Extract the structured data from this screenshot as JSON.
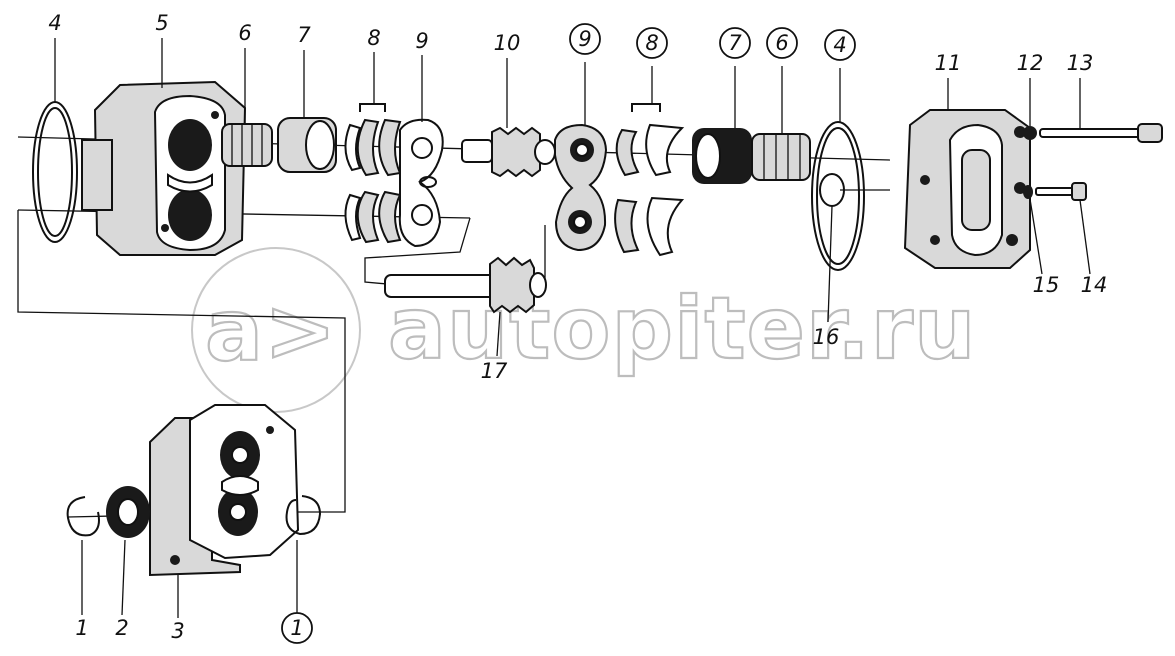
{
  "watermark": {
    "text": "autopiter.ru",
    "logo": "a>"
  },
  "labels": [
    {
      "id": "1",
      "text": "1",
      "circled": false
    },
    {
      "id": "1c",
      "text": "1",
      "circled": true
    },
    {
      "id": "2",
      "text": "2",
      "circled": false
    },
    {
      "id": "3",
      "text": "3",
      "circled": false
    },
    {
      "id": "4",
      "text": "4",
      "circled": false
    },
    {
      "id": "4c",
      "text": "4",
      "circled": true
    },
    {
      "id": "5",
      "text": "5",
      "circled": false
    },
    {
      "id": "6",
      "text": "6",
      "circled": false
    },
    {
      "id": "6c",
      "text": "6",
      "circled": true
    },
    {
      "id": "7",
      "text": "7",
      "circled": false
    },
    {
      "id": "7c",
      "text": "7",
      "circled": true
    },
    {
      "id": "8",
      "text": "8",
      "circled": false
    },
    {
      "id": "8c",
      "text": "8",
      "circled": true
    },
    {
      "id": "9",
      "text": "9",
      "circled": false
    },
    {
      "id": "9c",
      "text": "9",
      "circled": true
    },
    {
      "id": "10",
      "text": "10",
      "circled": false
    },
    {
      "id": "11",
      "text": "11",
      "circled": false
    },
    {
      "id": "12",
      "text": "12",
      "circled": false
    },
    {
      "id": "13",
      "text": "13",
      "circled": false
    },
    {
      "id": "14",
      "text": "14",
      "circled": false
    },
    {
      "id": "15",
      "text": "15",
      "circled": false
    },
    {
      "id": "16",
      "text": "16",
      "circled": false
    },
    {
      "id": "17",
      "text": "17",
      "circled": false
    }
  ]
}
